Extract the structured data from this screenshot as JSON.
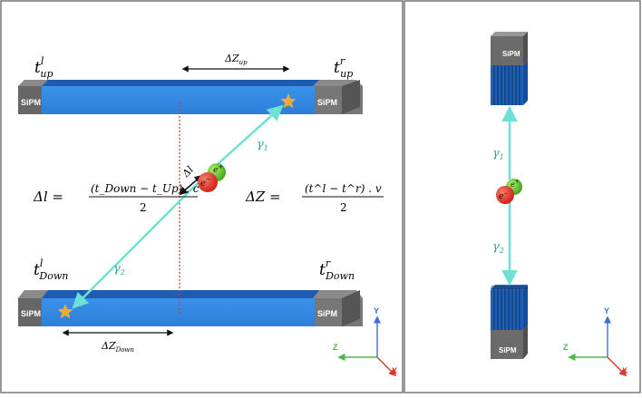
{
  "left_panel": {
    "top_left_time": {
      "base": "t",
      "sup": "l",
      "sub": "up"
    },
    "top_right_time": {
      "base": "t",
      "sup": "r",
      "sub": "up"
    },
    "bottom_left_time": {
      "base": "t",
      "sup": "l",
      "sub": "Down"
    },
    "bottom_right_time": {
      "base": "t",
      "sup": "r",
      "sub": "Down"
    },
    "delta_z_up": {
      "base": "ΔZ",
      "sub": "up"
    },
    "delta_z_down": {
      "base": "ΔZ",
      "sub": "Down"
    },
    "sipm_label": "SiPM",
    "gamma1": {
      "base": "γ",
      "sub": "1"
    },
    "gamma2": {
      "base": "γ",
      "sub": "2"
    },
    "delta_l_mark": "Δl",
    "electron": {
      "base": "e",
      "sup": "−"
    },
    "positron": {
      "base": "e",
      "sup": "+"
    },
    "formula_dl": {
      "lhs": "Δl =",
      "numerator": "(t_Down − t_Up) . c",
      "denominator": "2"
    },
    "formula_dz": {
      "lhs": "ΔZ =",
      "numerator": "(t^l − t^r) . v",
      "denominator": "2"
    }
  },
  "axes": {
    "y": "Y",
    "z": "Z",
    "x": "X"
  },
  "right_panel": {
    "sipm_label": "SiPM",
    "gamma1": {
      "base": "γ",
      "sub": "1"
    },
    "gamma2": {
      "base": "γ",
      "sub": "2"
    },
    "electron": {
      "base": "e",
      "sup": "−"
    },
    "positron": {
      "base": "e",
      "sup": "+"
    }
  },
  "colors": {
    "bar_blue": "#2f86e0",
    "bar_dark": "#1f5fb5",
    "sipm_grey": "#6b6b6b",
    "photon_line": "#6fe0d4",
    "gamma_text": "#2aa88f",
    "star": "#f0a93b",
    "axis_y": "#3f6fd8",
    "axis_z": "#4cb84c",
    "axis_x": "#d63a2a",
    "dotted": "#e0352b"
  }
}
